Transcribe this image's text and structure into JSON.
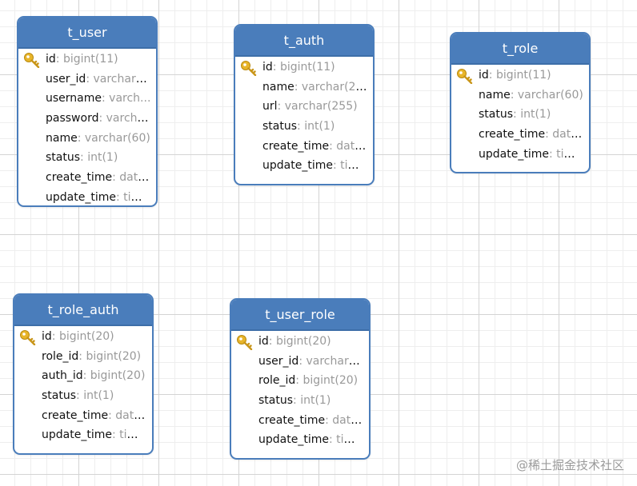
{
  "tables": [
    {
      "name": "t_user",
      "fields": [
        {
          "name": "id",
          "type": "bigint(11)",
          "pk": true
        },
        {
          "name": "user_id",
          "type": "varchar(6...",
          "pk": false
        },
        {
          "name": "username",
          "type": "varch...",
          "pk": false
        },
        {
          "name": "password",
          "type": "varcha...",
          "pk": false
        },
        {
          "name": "name",
          "type": "varchar(60)",
          "pk": false
        },
        {
          "name": "status",
          "type": "int(1)",
          "pk": false
        },
        {
          "name": "create_time",
          "type": "date...",
          "pk": false
        },
        {
          "name": "update_time",
          "type": "tim...",
          "pk": false
        }
      ]
    },
    {
      "name": "t_auth",
      "fields": [
        {
          "name": "id",
          "type": "bigint(11)",
          "pk": true
        },
        {
          "name": "name",
          "type": "varchar(25...",
          "pk": false
        },
        {
          "name": "url",
          "type": "varchar(255)",
          "pk": false
        },
        {
          "name": "status",
          "type": "int(1)",
          "pk": false
        },
        {
          "name": "create_time",
          "type": "date...",
          "pk": false
        },
        {
          "name": "update_time",
          "type": "tim...",
          "pk": false
        }
      ]
    },
    {
      "name": "t_role",
      "fields": [
        {
          "name": "id",
          "type": "bigint(11)",
          "pk": true
        },
        {
          "name": "name",
          "type": "varchar(60)",
          "pk": false
        },
        {
          "name": "status",
          "type": "int(1)",
          "pk": false
        },
        {
          "name": "create_time",
          "type": "date...",
          "pk": false
        },
        {
          "name": "update_time",
          "type": "tim...",
          "pk": false
        }
      ]
    },
    {
      "name": "t_role_auth",
      "fields": [
        {
          "name": "id",
          "type": "bigint(20)",
          "pk": true
        },
        {
          "name": "role_id",
          "type": "bigint(20)",
          "pk": false
        },
        {
          "name": "auth_id",
          "type": "bigint(20)",
          "pk": false
        },
        {
          "name": "status",
          "type": "int(1)",
          "pk": false
        },
        {
          "name": "create_time",
          "type": "date...",
          "pk": false
        },
        {
          "name": "update_time",
          "type": "tim...",
          "pk": false
        }
      ]
    },
    {
      "name": "t_user_role",
      "fields": [
        {
          "name": "id",
          "type": "bigint(20)",
          "pk": true
        },
        {
          "name": "user_id",
          "type": "varchar(6...",
          "pk": false
        },
        {
          "name": "role_id",
          "type": "bigint(20)",
          "pk": false
        },
        {
          "name": "status",
          "type": "int(1)",
          "pk": false
        },
        {
          "name": "create_time",
          "type": "date...",
          "pk": false
        },
        {
          "name": "update_time",
          "type": "tim...",
          "pk": false
        }
      ]
    }
  ],
  "separator": ": ",
  "watermark": "@稀土掘金技术社区",
  "colors": {
    "header": "#4a7dbb",
    "type_text": "#999999",
    "key": "#e8b52a"
  }
}
